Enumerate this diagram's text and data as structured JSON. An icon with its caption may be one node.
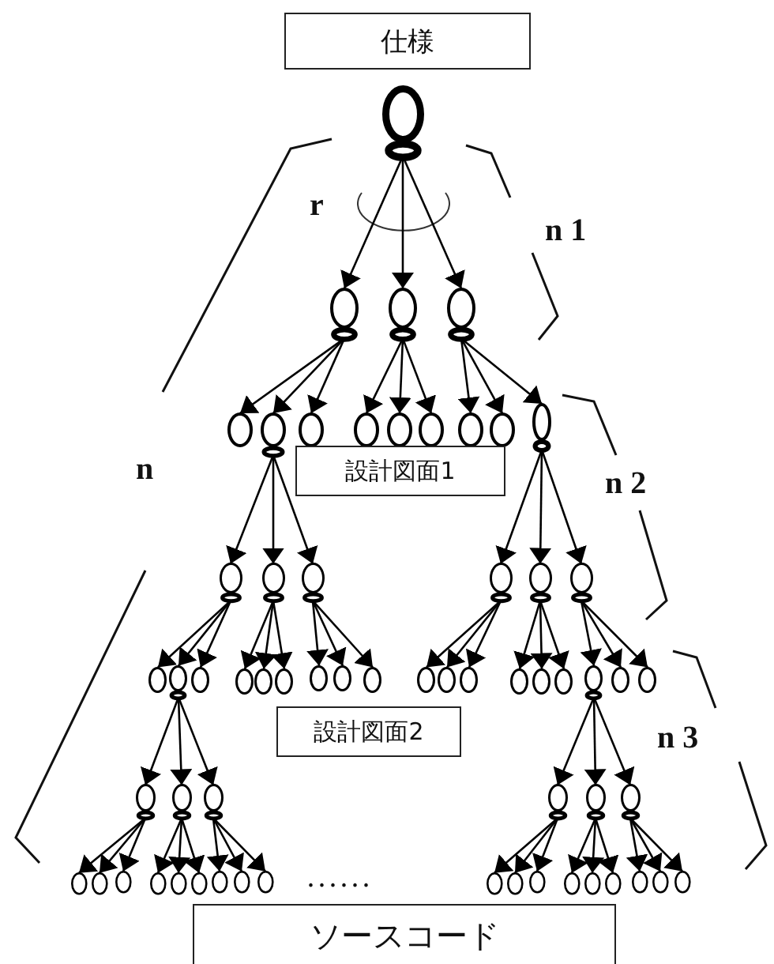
{
  "diagram": {
    "nodes": [
      {
        "text": [
          "仕様"
        ]
      },
      {
        "text": [],
        "shape": "circle"
      },
      {
        "text": [],
        "shape": "circle"
      },
      {
        "text": [],
        "shape": "circle"
      },
      {
        "text": [],
        "shape": "circle"
      },
      {
        "text": [],
        "shape": "circle"
      },
      {
        "text": [],
        "shape": "circle"
      },
      {
        "text": [],
        "shape": "circle"
      },
      {
        "text": [],
        "shape": "circle"
      },
      {
        "text": [],
        "shape": "circle"
      },
      {
        "text": [],
        "shape": "circle"
      },
      {
        "text": [],
        "shape": "circle"
      },
      {
        "text": [],
        "shape": "circle"
      },
      {
        "text": [],
        "shape": "circle"
      },
      {
        "text": [
          "設計図面1"
        ]
      },
      {
        "text": [],
        "shape": "circle"
      },
      {
        "text": [],
        "shape": "circle"
      },
      {
        "text": [],
        "shape": "circle"
      },
      {
        "text": [],
        "shape": "circle"
      },
      {
        "text": [],
        "shape": "circle"
      },
      {
        "text": [],
        "shape": "circle"
      },
      {
        "text": [],
        "shape": "circle"
      },
      {
        "text": [],
        "shape": "circle"
      },
      {
        "text": [],
        "shape": "circle"
      },
      {
        "text": [],
        "shape": "circle"
      },
      {
        "text": [],
        "shape": "circle"
      },
      {
        "text": [],
        "shape": "circle"
      },
      {
        "text": [],
        "shape": "circle"
      },
      {
        "text": [],
        "shape": "circle"
      },
      {
        "text": [],
        "shape": "circle"
      },
      {
        "text": [],
        "shape": "circle"
      },
      {
        "text": [],
        "shape": "circle"
      },
      {
        "text": [],
        "shape": "circle"
      },
      {
        "text": [],
        "shape": "circle"
      },
      {
        "text": [],
        "shape": "circle"
      },
      {
        "text": [],
        "shape": "circle"
      },
      {
        "text": [],
        "shape": "circle"
      },
      {
        "text": [],
        "shape": "circle"
      },
      {
        "text": [],
        "shape": "circle"
      },
      {
        "text": [
          "設計図面2"
        ]
      },
      {
        "text": [],
        "shape": "circle"
      },
      {
        "text": [],
        "shape": "circle"
      },
      {
        "text": [],
        "shape": "circle"
      },
      {
        "text": [],
        "shape": "circle"
      },
      {
        "text": [],
        "shape": "circle"
      },
      {
        "text": [],
        "shape": "circle"
      },
      {
        "text": [],
        "shape": "circle"
      },
      {
        "text": [],
        "shape": "circle"
      },
      {
        "text": [],
        "shape": "circle"
      },
      {
        "text": [],
        "shape": "circle"
      },
      {
        "text": [],
        "shape": "circle"
      },
      {
        "text": [],
        "shape": "circle"
      },
      {
        "text": [],
        "shape": "circle"
      },
      {
        "text": [],
        "shape": "circle"
      },
      {
        "text": [],
        "shape": "circle"
      },
      {
        "text": [],
        "shape": "circle"
      },
      {
        "text": [],
        "shape": "circle"
      },
      {
        "text": [],
        "shape": "circle"
      },
      {
        "text": [],
        "shape": "circle"
      },
      {
        "text": [],
        "shape": "circle"
      },
      {
        "text": [],
        "shape": "circle"
      },
      {
        "text": [],
        "shape": "circle"
      },
      {
        "text": [],
        "shape": "circle"
      },
      {
        "text": [],
        "shape": "circle"
      },
      {
        "text": [
          "ソースコード"
        ]
      }
    ],
    "edges": [
      {
        "from": 1,
        "to": 2,
        "arrow": "to"
      },
      {
        "from": 1,
        "to": 3,
        "arrow": "to"
      },
      {
        "from": 1,
        "to": 4,
        "arrow": "to"
      },
      {
        "from": 2,
        "to": 5,
        "arrow": "to"
      },
      {
        "from": 2,
        "to": 6,
        "arrow": "to"
      },
      {
        "from": 2,
        "to": 7,
        "arrow": "to"
      },
      {
        "from": 3,
        "to": 8,
        "arrow": "to"
      },
      {
        "from": 3,
        "to": 9,
        "arrow": "to"
      },
      {
        "from": 3,
        "to": 10,
        "arrow": "to"
      },
      {
        "from": 4,
        "to": 11,
        "arrow": "to"
      },
      {
        "from": 4,
        "to": 12,
        "arrow": "to"
      },
      {
        "from": 4,
        "to": 13,
        "arrow": "to"
      },
      {
        "from": 6,
        "to": 15,
        "arrow": "to"
      },
      {
        "from": 6,
        "to": 16,
        "arrow": "to"
      },
      {
        "from": 6,
        "to": 17,
        "arrow": "to"
      },
      {
        "from": 13,
        "to": 18,
        "arrow": "to"
      },
      {
        "from": 13,
        "to": 19,
        "arrow": "to"
      },
      {
        "from": 13,
        "to": 20,
        "arrow": "to"
      },
      {
        "from": 15,
        "to": 21,
        "arrow": "to"
      },
      {
        "from": 15,
        "to": 22,
        "arrow": "to"
      },
      {
        "from": 15,
        "to": 23,
        "arrow": "to"
      },
      {
        "from": 16,
        "to": 24,
        "arrow": "to"
      },
      {
        "from": 16,
        "to": 25,
        "arrow": "to"
      },
      {
        "from": 16,
        "to": 26,
        "arrow": "to"
      },
      {
        "from": 17,
        "to": 27,
        "arrow": "to"
      },
      {
        "from": 17,
        "to": 28,
        "arrow": "to"
      },
      {
        "from": 17,
        "to": 29,
        "arrow": "to"
      },
      {
        "from": 18,
        "to": 30,
        "arrow": "to"
      },
      {
        "from": 18,
        "to": 31,
        "arrow": "to"
      },
      {
        "from": 18,
        "to": 32,
        "arrow": "to"
      },
      {
        "from": 19,
        "to": 33,
        "arrow": "to"
      },
      {
        "from": 19,
        "to": 34,
        "arrow": "to"
      },
      {
        "from": 19,
        "to": 35,
        "arrow": "to"
      },
      {
        "from": 20,
        "to": 36,
        "arrow": "to"
      },
      {
        "from": 20,
        "to": 37,
        "arrow": "to"
      },
      {
        "from": 20,
        "to": 38,
        "arrow": "to"
      },
      {
        "from": 22,
        "to": 40,
        "arrow": "to"
      },
      {
        "from": 22,
        "to": 41,
        "arrow": "to"
      },
      {
        "from": 22,
        "to": 42,
        "arrow": "to"
      },
      {
        "from": 36,
        "to": 43,
        "arrow": "to"
      },
      {
        "from": 36,
        "to": 44,
        "arrow": "to"
      },
      {
        "from": 36,
        "to": 45,
        "arrow": "to"
      },
      {
        "from": 40,
        "to": 46,
        "arrow": "to"
      },
      {
        "from": 40,
        "to": 47,
        "arrow": "to"
      },
      {
        "from": 40,
        "to": 48,
        "arrow": "to"
      },
      {
        "from": 41,
        "to": 49,
        "arrow": "to"
      },
      {
        "from": 41,
        "to": 50,
        "arrow": "to"
      },
      {
        "from": 41,
        "to": 51,
        "arrow": "to"
      },
      {
        "from": 42,
        "to": 52,
        "arrow": "to"
      },
      {
        "from": 42,
        "to": 53,
        "arrow": "to"
      },
      {
        "from": 42,
        "to": 54,
        "arrow": "to"
      },
      {
        "from": 43,
        "to": 55,
        "arrow": "to"
      },
      {
        "from": 43,
        "to": 56,
        "arrow": "to"
      },
      {
        "from": 43,
        "to": 57,
        "arrow": "to"
      },
      {
        "from": 44,
        "to": 58,
        "arrow": "to"
      },
      {
        "from": 44,
        "to": 59,
        "arrow": "to"
      },
      {
        "from": 44,
        "to": 60,
        "arrow": "to"
      },
      {
        "from": 45,
        "to": 61,
        "arrow": "to"
      },
      {
        "from": 45,
        "to": 62,
        "arrow": "to"
      },
      {
        "from": 45,
        "to": 63,
        "arrow": "to"
      }
    ],
    "labels": [
      "r",
      "n 1",
      "n",
      "n 2",
      "n 3",
      ". . . . . ."
    ]
  }
}
